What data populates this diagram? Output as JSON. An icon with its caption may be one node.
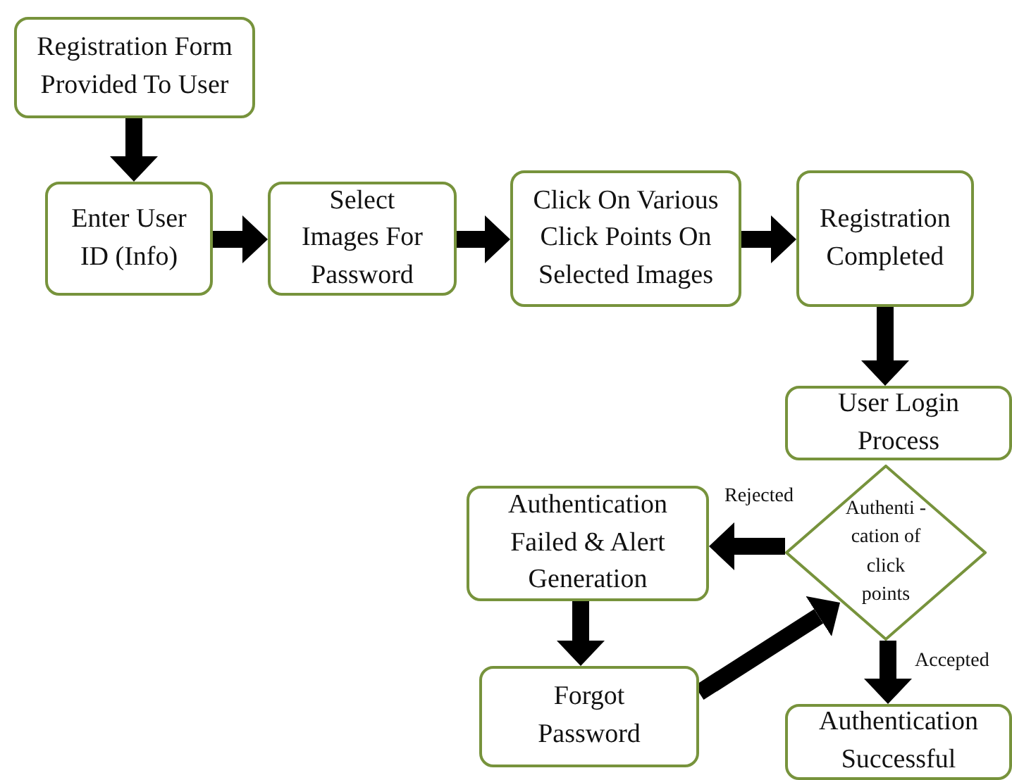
{
  "diagram": {
    "nodes": [
      {
        "text": [
          "Registration Form Provided To User"
        ]
      },
      {
        "text": [
          "Enter User ID (Info)"
        ]
      },
      {
        "text": [
          "Select Images For Password"
        ]
      },
      {
        "text": [
          "Click On Various Click Points On Selected Images"
        ]
      },
      {
        "text": [
          "Registration Completed"
        ]
      },
      {
        "text": [
          "User Login Process"
        ]
      },
      {
        "text": [
          "Authenti -cation of click points"
        ]
      },
      {
        "text": [
          "Authentication Failed & Alert Generation"
        ]
      },
      {
        "text": [
          "Forgot Password"
        ]
      },
      {
        "text": [
          "Authentication Successful"
        ]
      }
    ],
    "edges": [
      {
        "from": 0,
        "to": 1,
        "arrow": "to"
      },
      {
        "from": 1,
        "to": 2,
        "arrow": "to"
      },
      {
        "from": 2,
        "to": 3,
        "arrow": "to"
      },
      {
        "from": 3,
        "to": 4,
        "arrow": "to"
      },
      {
        "from": 4,
        "to": 5,
        "arrow": "to"
      },
      {
        "from": 6,
        "to": 7,
        "arrow": "to",
        "label": "Rejected"
      },
      {
        "from": 7,
        "to": 8,
        "arrow": "to"
      },
      {
        "from": 8,
        "to": 6,
        "arrow": "to"
      },
      {
        "from": 6,
        "to": 9,
        "arrow": "to",
        "label": "Accepted"
      }
    ]
  }
}
